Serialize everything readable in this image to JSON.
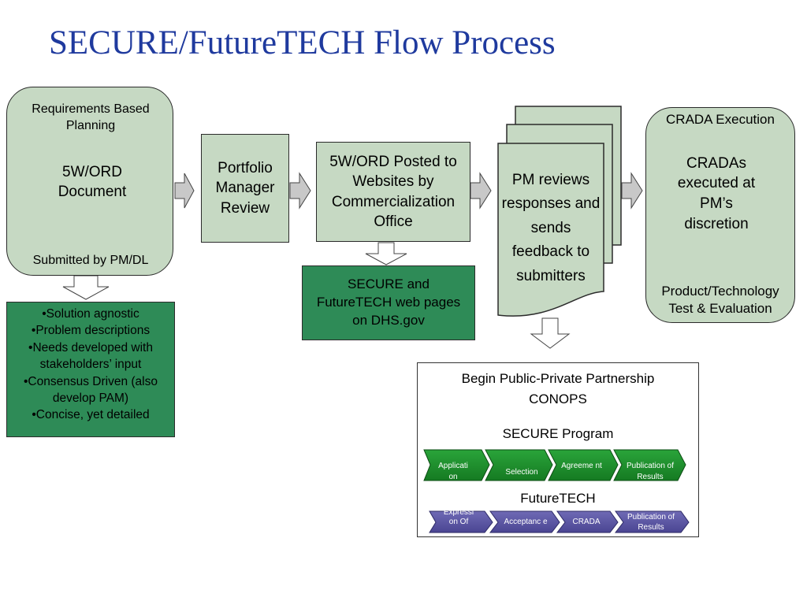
{
  "title": "SECURE/FutureTECH Flow Process",
  "requirements": {
    "header": "Requirements Based Planning",
    "doc": "5W/ORD Document",
    "footer": "Submitted by PM/DL"
  },
  "bullets": [
    "•Solution agnostic",
    "•Problem descriptions",
    "•Needs developed with stakeholders’ input",
    "•Consensus Driven (also develop PAM)",
    "•Concise, yet detailed"
  ],
  "portfolio": "Portfolio Manager Review",
  "posted": "5W/ORD Posted to Websites by Commercialization Office",
  "secure_web": "SECURE and FutureTECH web pages on DHS.gov",
  "pm_reviews": "PM reviews responses and sends feedback to submitters",
  "crada": {
    "header": "CRADA Execution",
    "doc": "CRADAs executed at PM’s discretion",
    "footer": "Product/Technology Test & Evaluation"
  },
  "partnership": {
    "header": "Begin Public-Private Partnership CONOPS",
    "secure_label": "SECURE Program",
    "secure_steps": [
      "Applicati on",
      "Selection",
      "Agreeme nt",
      "Publication of Results"
    ],
    "future_label": "FutureTECH",
    "future_steps": [
      "Expressi on Of",
      "Acceptanc e",
      "CRADA",
      "Publication of Results"
    ]
  },
  "colors": {
    "title": "#1f3a9e",
    "panel": "#c6d9c3",
    "document": "#ffff99",
    "green_box": "#2e8b57",
    "secure_chevron": "#1e8a2a",
    "future_chevron": "#5a55a0",
    "arrow": "#bfbfbf"
  },
  "icons": [
    "right-arrow-icon",
    "down-arrow-icon",
    "chevron-step-icon",
    "document-shape-icon"
  ]
}
